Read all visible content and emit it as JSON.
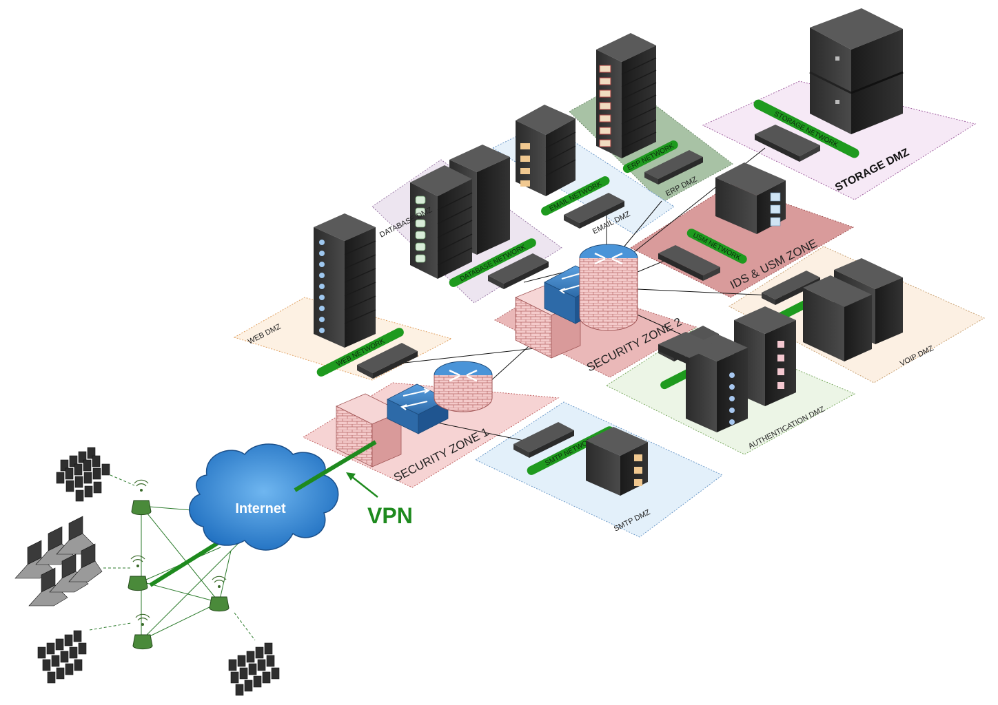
{
  "colors": {
    "network_bar": "#1e9a1e",
    "vpn": "#1e8a1e",
    "cloud": "#3b8fd6",
    "firewall": "#f2c4c4",
    "switch": "#3a7fc4"
  },
  "zones": {
    "web_dmz": "WEB DMZ",
    "database": "DATABASE DMZ",
    "email_dmz": "EMAIL DMZ",
    "erp_dmz": "ERP DMZ",
    "storage_dmz": "STORAGE DMZ",
    "ids_usm_zone": "IDS & USM ZONE",
    "security_zone_1": "SECURITY ZONE 1",
    "security_zone_2": "SECURITY ZONE 2",
    "authentication_dmz": "AUTHENTICATION DMZ",
    "voip_dmz": "VOIP DMZ",
    "smtp_dmz": "SMTP DMZ"
  },
  "networks": {
    "web": "WEB NETWORK",
    "database": "DATABASE NETWORK",
    "email": "EMAIL NETWORK",
    "erp": "ERP NETWORK",
    "storage": "STORAGE NETWORK",
    "usm": "USM NETWORK",
    "smtp": "SMTP NETWORK"
  },
  "internet": "Internet",
  "vpn": "VPN"
}
